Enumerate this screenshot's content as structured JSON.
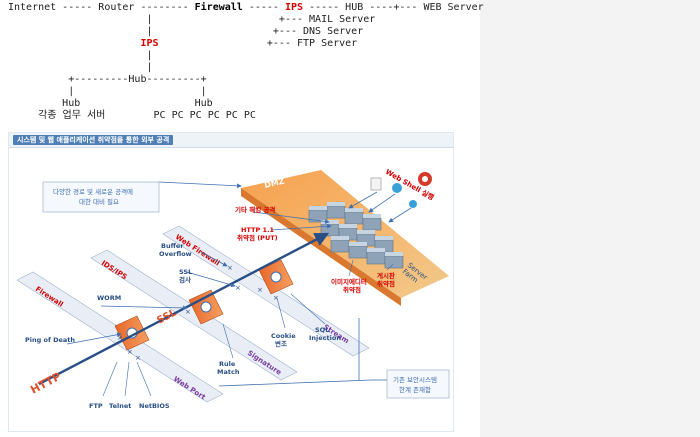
{
  "topology": {
    "line1_a": "Internet ----- Router -------- ",
    "firewall": "Firewall",
    "line1_b": " ----- ",
    "ips": "IPS",
    "line1_c": " ----- HUB ----+--- WEB Server",
    "line2": "                       |                     +--- MAIL Server",
    "line3": "                       |                    +--- DNS Server",
    "line4_a": "                      ",
    "ips2": "IPS",
    "line4_b": "                  +--- FTP Server",
    "line5": "                       |",
    "line6": "                       |",
    "line7": "          +---------Hub---------+",
    "line8": "          |                     |",
    "line9": "         Hub                   Hub",
    "line10": "     각종 업무 서버        PC PC PC PC PC PC"
  },
  "panel": {
    "title": "시스템 및 웹 애플리케이션 취약점을 통한 외부 공격"
  },
  "diagram": {
    "box_top": "다양한 경로 및 새로운 공격에\n대한 대비 필요",
    "box_bottom": "기존 보안시스템\n한계 존재함",
    "dmz": "DMZ",
    "server_farm": "Server\nFarm",
    "webshell": "Web Shell 실행",
    "http": "HTTP",
    "ssl": "SSL",
    "band_firewall": "Firewall",
    "band_ids": "IDS/IPS",
    "band_webfw": "Web Firewall",
    "band_webport": "Web Port",
    "band_signature": "Signature",
    "band_stream": "Stream",
    "ping": "Ping of Death",
    "worm": "WORM",
    "buffer": "Buffer\nOverflow",
    "ssl_check": "SSL\n검사",
    "http11": "HTTP 1.1\n취약점 (PUT)",
    "other_hack": "기타 해킹 공격",
    "rule": "Rule\nMatch",
    "cookie": "Cookie\n변조",
    "sql": "SQL\nInjection",
    "ftp": "FTP",
    "telnet": "Telnet",
    "netbios": "NetBIOS",
    "image_check": "이미지에디터\n취약점",
    "board_check": "게시판\n취약점"
  },
  "colors": {
    "red": "#d40000",
    "blue": "#3f6fb0",
    "purple": "#7a3aa0",
    "orange": "#f08a3c"
  }
}
